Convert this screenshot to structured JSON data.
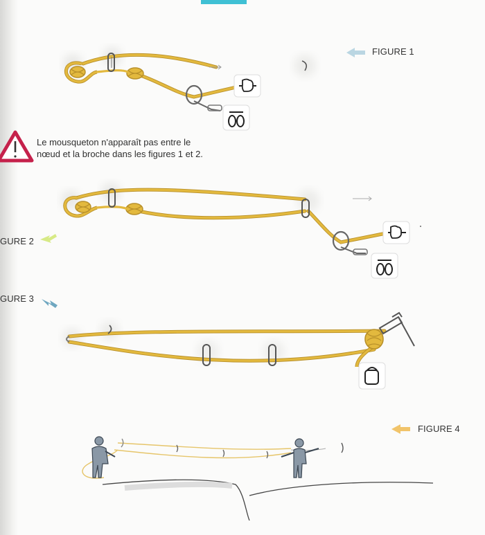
{
  "figures": {
    "fig1": "FIGURE 1",
    "fig2": "GURE 2",
    "fig3": "GURE 3",
    "fig4": "FIGURE 4"
  },
  "warning": {
    "icon": "warning-triangle-icon",
    "line1": "Le mousqueton n'apparaît pas entre le",
    "line2": "nœud et la broche dans les figures 1 et 2."
  },
  "colors": {
    "rope": "#e3b93e",
    "rope_dark": "#b8902a",
    "warning_red": "#c5214b",
    "arrow_blue": "#9cc6d6",
    "arrow_lime": "#d7ea86",
    "arrow_teal": "#6fa7c0",
    "arrow_orange": "#f1c46a",
    "top_tab": "#3fc0d4"
  },
  "icons": [
    "arrow-icon",
    "hand-pull-icon",
    "harness-icon",
    "chalk-bag-icon",
    "carabiner-icon",
    "climber-icon"
  ]
}
